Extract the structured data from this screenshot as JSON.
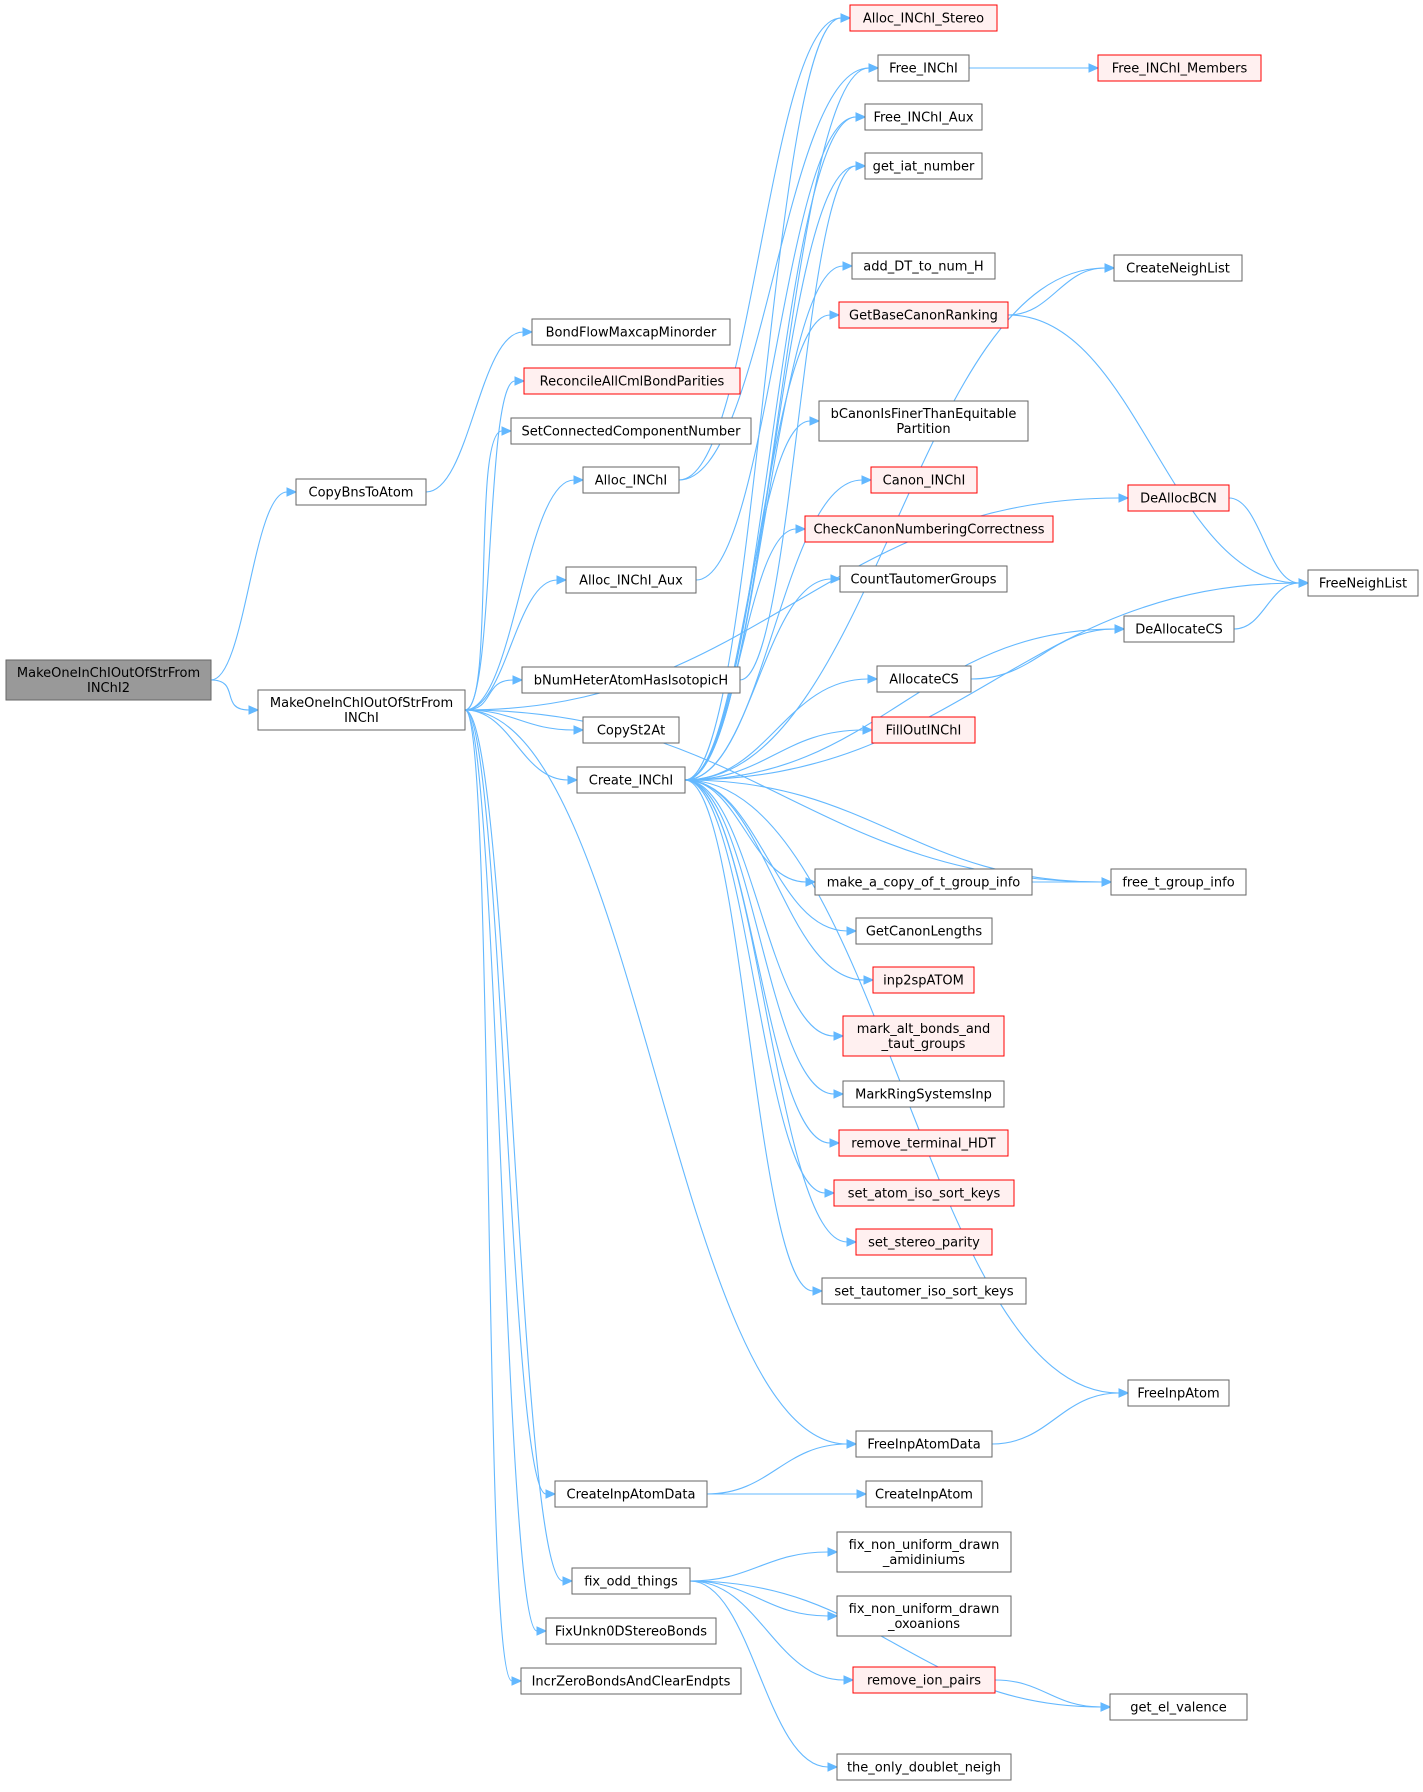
{
  "colors": {
    "edge": "#63b8ff",
    "node_border": "#666666",
    "node_fill": "#ffffff",
    "focus_fill": "#999999",
    "focus_border": "#666666",
    "incomplete_border": "#ff0000",
    "incomplete_fill": "#fff0f0"
  },
  "nodes": [
    {
      "id": "n0",
      "lines": [
        "MakeOneInChIOutOfStrFrom",
        "INChI2"
      ],
      "style": "focus"
    },
    {
      "id": "n1",
      "lines": [
        "MakeOneInChIOutOfStrFrom",
        "INChI"
      ],
      "style": "normal"
    },
    {
      "id": "n2",
      "lines": [
        "CopyBnsToAtom"
      ],
      "style": "normal"
    },
    {
      "id": "n3",
      "lines": [
        "BondFlowMaxcapMinorder"
      ],
      "style": "normal"
    },
    {
      "id": "n4",
      "lines": [
        "ReconcileAllCmlBondParities"
      ],
      "style": "incomplete"
    },
    {
      "id": "n5",
      "lines": [
        "SetConnectedComponentNumber"
      ],
      "style": "normal"
    },
    {
      "id": "n6",
      "lines": [
        "Alloc_INChI"
      ],
      "style": "normal"
    },
    {
      "id": "n7",
      "lines": [
        "Alloc_INChI_Aux"
      ],
      "style": "normal"
    },
    {
      "id": "n8",
      "lines": [
        "bNumHeterAtomHasIsotopicH"
      ],
      "style": "normal"
    },
    {
      "id": "n9",
      "lines": [
        "CopySt2At"
      ],
      "style": "normal"
    },
    {
      "id": "n10",
      "lines": [
        "Create_INChI"
      ],
      "style": "normal"
    },
    {
      "id": "n11",
      "lines": [
        "CreateInpAtomData"
      ],
      "style": "normal"
    },
    {
      "id": "n12",
      "lines": [
        "fix_odd_things"
      ],
      "style": "normal"
    },
    {
      "id": "n13",
      "lines": [
        "FixUnkn0DStereoBonds"
      ],
      "style": "normal"
    },
    {
      "id": "n14",
      "lines": [
        "IncrZeroBondsAndClearEndpts"
      ],
      "style": "normal"
    },
    {
      "id": "n15",
      "lines": [
        "Alloc_INChI_Stereo"
      ],
      "style": "incomplete"
    },
    {
      "id": "n16",
      "lines": [
        "Free_INChI"
      ],
      "style": "normal"
    },
    {
      "id": "n17",
      "lines": [
        "Free_INChI_Aux"
      ],
      "style": "normal"
    },
    {
      "id": "n18",
      "lines": [
        "get_iat_number"
      ],
      "style": "normal"
    },
    {
      "id": "n19",
      "lines": [
        "add_DT_to_num_H"
      ],
      "style": "normal"
    },
    {
      "id": "n20",
      "lines": [
        "GetBaseCanonRanking"
      ],
      "style": "incomplete"
    },
    {
      "id": "n21",
      "lines": [
        "bCanonIsFinerThanEquitable",
        "Partition"
      ],
      "style": "normal"
    },
    {
      "id": "n22",
      "lines": [
        "Canon_INChI"
      ],
      "style": "incomplete"
    },
    {
      "id": "n23",
      "lines": [
        "CheckCanonNumberingCorrectness"
      ],
      "style": "incomplete"
    },
    {
      "id": "n24",
      "lines": [
        "CountTautomerGroups"
      ],
      "style": "normal"
    },
    {
      "id": "n25",
      "lines": [
        "AllocateCS"
      ],
      "style": "normal"
    },
    {
      "id": "n26",
      "lines": [
        "FillOutINChI"
      ],
      "style": "incomplete"
    },
    {
      "id": "n27",
      "lines": [
        "make_a_copy_of_t_group_info"
      ],
      "style": "normal"
    },
    {
      "id": "n28",
      "lines": [
        "GetCanonLengths"
      ],
      "style": "normal"
    },
    {
      "id": "n29",
      "lines": [
        "inp2spATOM"
      ],
      "style": "incomplete"
    },
    {
      "id": "n30",
      "lines": [
        "mark_alt_bonds_and",
        "_taut_groups"
      ],
      "style": "incomplete"
    },
    {
      "id": "n31",
      "lines": [
        "MarkRingSystemsInp"
      ],
      "style": "normal"
    },
    {
      "id": "n32",
      "lines": [
        "remove_terminal_HDT"
      ],
      "style": "incomplete"
    },
    {
      "id": "n33",
      "lines": [
        "set_atom_iso_sort_keys"
      ],
      "style": "incomplete"
    },
    {
      "id": "n34",
      "lines": [
        "set_stereo_parity"
      ],
      "style": "incomplete"
    },
    {
      "id": "n35",
      "lines": [
        "set_tautomer_iso_sort_keys"
      ],
      "style": "normal"
    },
    {
      "id": "n36",
      "lines": [
        "FreeInpAtomData"
      ],
      "style": "normal"
    },
    {
      "id": "n37",
      "lines": [
        "CreateInpAtom"
      ],
      "style": "normal"
    },
    {
      "id": "n38",
      "lines": [
        "fix_non_uniform_drawn",
        "_amidiniums"
      ],
      "style": "normal"
    },
    {
      "id": "n39",
      "lines": [
        "fix_non_uniform_drawn",
        "_oxoanions"
      ],
      "style": "normal"
    },
    {
      "id": "n40",
      "lines": [
        "remove_ion_pairs"
      ],
      "style": "incomplete"
    },
    {
      "id": "n41",
      "lines": [
        "the_only_doublet_neigh"
      ],
      "style": "normal"
    },
    {
      "id": "n42",
      "lines": [
        "Free_INChI_Members"
      ],
      "style": "incomplete"
    },
    {
      "id": "n43",
      "lines": [
        "CreateNeighList"
      ],
      "style": "normal"
    },
    {
      "id": "n44",
      "lines": [
        "DeAllocBCN"
      ],
      "style": "incomplete"
    },
    {
      "id": "n45",
      "lines": [
        "FreeNeighList"
      ],
      "style": "normal"
    },
    {
      "id": "n46",
      "lines": [
        "DeAllocateCS"
      ],
      "style": "normal"
    },
    {
      "id": "n47",
      "lines": [
        "free_t_group_info"
      ],
      "style": "normal"
    },
    {
      "id": "n48",
      "lines": [
        "FreeInpAtom"
      ],
      "style": "normal"
    },
    {
      "id": "n49",
      "lines": [
        "get_el_valence"
      ],
      "style": "normal"
    }
  ],
  "edges": [
    [
      "n0",
      "n2"
    ],
    [
      "n0",
      "n1"
    ],
    [
      "n2",
      "n3"
    ],
    [
      "n1",
      "n4"
    ],
    [
      "n1",
      "n5"
    ],
    [
      "n1",
      "n6"
    ],
    [
      "n1",
      "n7"
    ],
    [
      "n1",
      "n8"
    ],
    [
      "n1",
      "n9"
    ],
    [
      "n1",
      "n10"
    ],
    [
      "n1",
      "n11"
    ],
    [
      "n1",
      "n12"
    ],
    [
      "n1",
      "n13"
    ],
    [
      "n1",
      "n14"
    ],
    [
      "n1",
      "n36"
    ],
    [
      "n1",
      "n47"
    ],
    [
      "n1",
      "n44"
    ],
    [
      "n6",
      "n15"
    ],
    [
      "n6",
      "n16"
    ],
    [
      "n7",
      "n17"
    ],
    [
      "n8",
      "n18"
    ],
    [
      "n16",
      "n42"
    ],
    [
      "n10",
      "n15"
    ],
    [
      "n10",
      "n16"
    ],
    [
      "n10",
      "n17"
    ],
    [
      "n10",
      "n18"
    ],
    [
      "n10",
      "n19"
    ],
    [
      "n10",
      "n20"
    ],
    [
      "n10",
      "n21"
    ],
    [
      "n10",
      "n22"
    ],
    [
      "n10",
      "n23"
    ],
    [
      "n10",
      "n24"
    ],
    [
      "n10",
      "n25"
    ],
    [
      "n10",
      "n26"
    ],
    [
      "n10",
      "n27"
    ],
    [
      "n10",
      "n28"
    ],
    [
      "n10",
      "n29"
    ],
    [
      "n10",
      "n30"
    ],
    [
      "n10",
      "n31"
    ],
    [
      "n10",
      "n32"
    ],
    [
      "n10",
      "n33"
    ],
    [
      "n10",
      "n34"
    ],
    [
      "n10",
      "n35"
    ],
    [
      "n10",
      "n43"
    ],
    [
      "n10",
      "n46"
    ],
    [
      "n10",
      "n45"
    ],
    [
      "n10",
      "n47"
    ],
    [
      "n10",
      "n48"
    ],
    [
      "n20",
      "n43"
    ],
    [
      "n20",
      "n45"
    ],
    [
      "n44",
      "n45"
    ],
    [
      "n46",
      "n45"
    ],
    [
      "n25",
      "n46"
    ],
    [
      "n27",
      "n47"
    ],
    [
      "n36",
      "n48"
    ],
    [
      "n11",
      "n36"
    ],
    [
      "n11",
      "n37"
    ],
    [
      "n12",
      "n38"
    ],
    [
      "n12",
      "n39"
    ],
    [
      "n12",
      "n40"
    ],
    [
      "n12",
      "n41"
    ],
    [
      "n12",
      "n49"
    ],
    [
      "n40",
      "n49"
    ]
  ]
}
